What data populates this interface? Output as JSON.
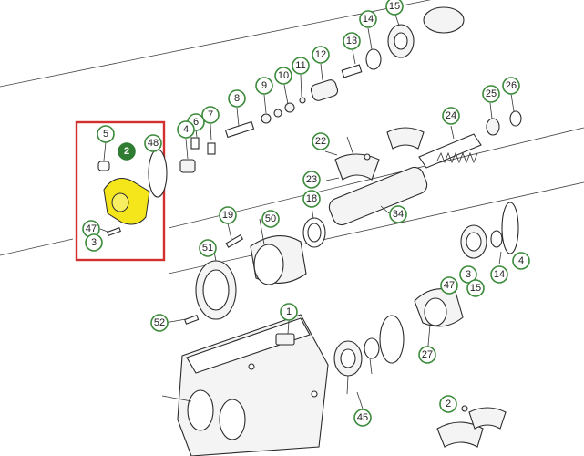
{
  "diagram": {
    "highlight_color": "#d32f2f",
    "callout_color": "#3b8a3a",
    "selected_part_color": "#f5e51b",
    "selected_label": "2",
    "labels": [
      "14",
      "15",
      "13",
      "12",
      "11",
      "10",
      "9",
      "8",
      "7",
      "6",
      "4",
      "5",
      "2",
      "48",
      "22",
      "25",
      "26",
      "24",
      "23",
      "18",
      "19",
      "50",
      "34",
      "47",
      "3",
      "51",
      "1",
      "52",
      "27",
      "45",
      "2",
      "3",
      "47",
      "15",
      "14",
      "4"
    ]
  }
}
